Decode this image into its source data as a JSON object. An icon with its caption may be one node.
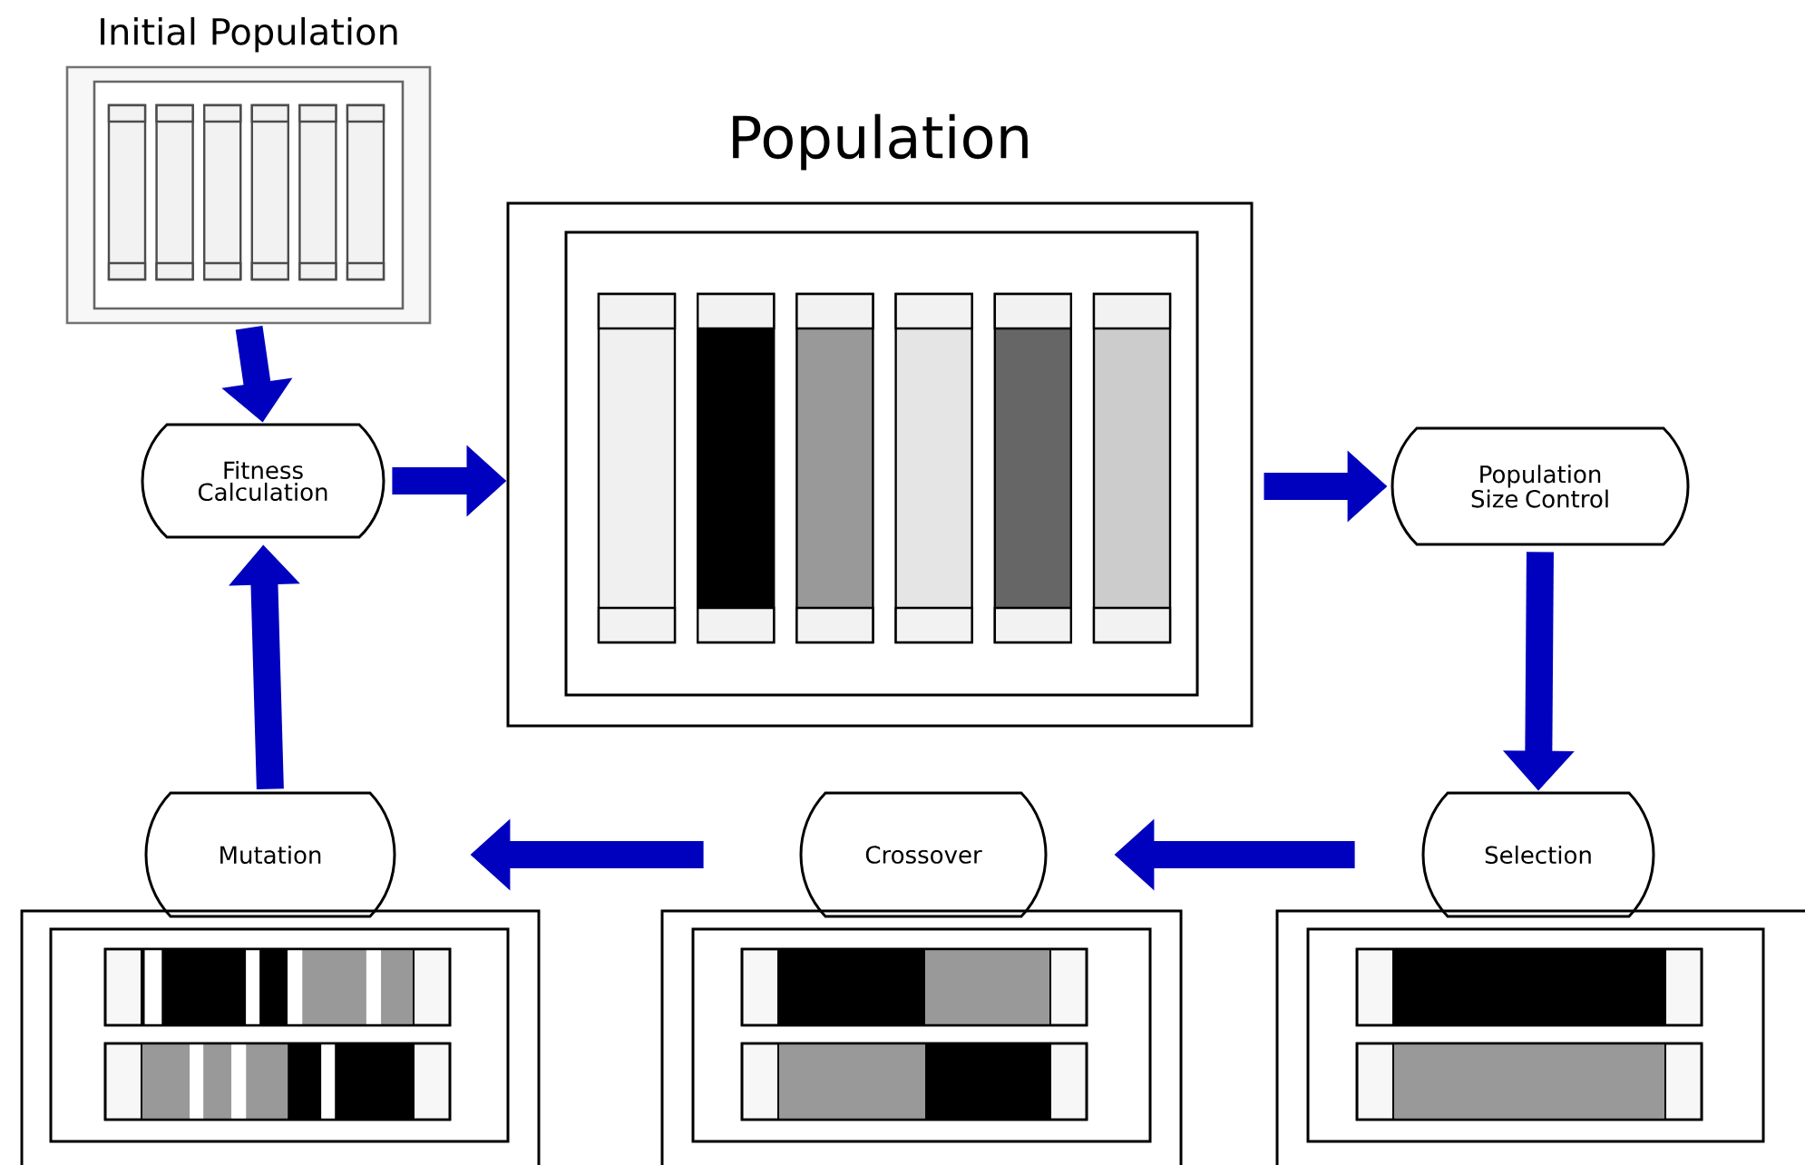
{
  "diagram": {
    "nodes": [
      {
        "text": [
          "Initial Population"
        ]
      },
      {
        "text": [
          "Population"
        ]
      },
      {
        "text": [
          "Fitness Calculation"
        ]
      },
      {
        "text": [
          "Population Size Control"
        ]
      },
      {
        "text": [
          "Selection"
        ]
      },
      {
        "text": [
          "Crossover"
        ]
      },
      {
        "text": [
          "Mutation"
        ]
      }
    ],
    "edges": [
      {
        "from": 0,
        "to": 2,
        "arrow": "to"
      },
      {
        "from": 2,
        "to": 1,
        "arrow": "to"
      },
      {
        "from": 1,
        "to": 3,
        "arrow": "to"
      },
      {
        "from": 3,
        "to": 4,
        "arrow": "to"
      },
      {
        "from": 4,
        "to": 5,
        "arrow": "to"
      },
      {
        "from": 5,
        "to": 6,
        "arrow": "to"
      },
      {
        "from": 6,
        "to": 2,
        "arrow": "to"
      }
    ]
  }
}
